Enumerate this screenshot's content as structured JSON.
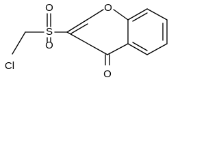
{
  "molecule": {
    "atoms": {
      "chlorine": "Cl",
      "sulfur": "S",
      "sulfonyl_oxygen_top": "O",
      "sulfonyl_oxygen_bottom": "O",
      "ring_oxygen": "O",
      "carbonyl_oxygen": "O"
    }
  }
}
